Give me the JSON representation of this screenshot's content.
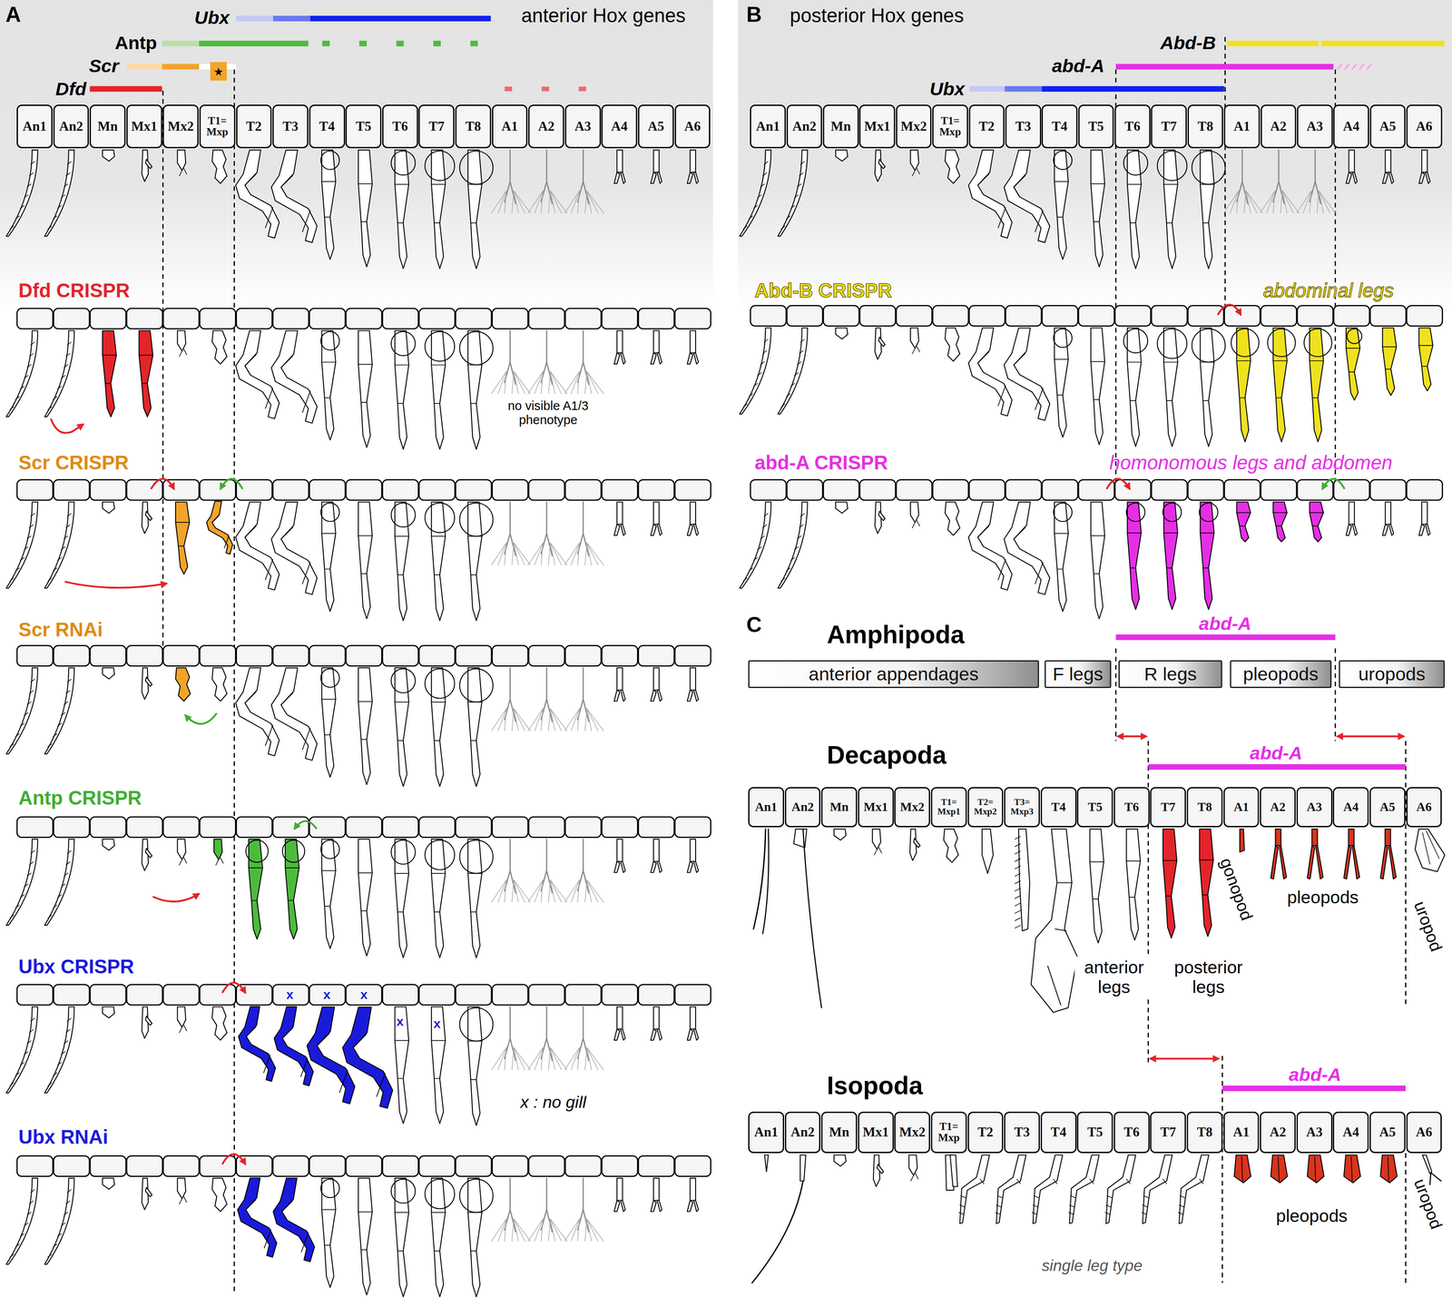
{
  "diagram": {
    "nodes": [
      {
        "text": [
          "An1"
        ]
      },
      {
        "text": [
          "An2"
        ]
      },
      {
        "text": [
          "Mn"
        ]
      },
      {
        "text": [
          "Mx1"
        ]
      },
      {
        "text": [
          "Mx2"
        ]
      },
      {
        "text": [
          "T1= Mxp"
        ]
      },
      {
        "text": [
          "T2"
        ]
      },
      {
        "text": [
          "T3"
        ]
      },
      {
        "text": [
          "T4"
        ]
      },
      {
        "text": [
          "T5"
        ]
      },
      {
        "text": [
          "T6"
        ]
      },
      {
        "text": [
          "T7"
        ]
      },
      {
        "text": [
          "T8"
        ]
      },
      {
        "text": [
          "A1"
        ]
      },
      {
        "text": [
          "A2"
        ]
      },
      {
        "text": [
          "A3"
        ]
      },
      {
        "text": [
          "A4"
        ]
      },
      {
        "text": [
          "A5"
        ]
      },
      {
        "text": [
          "A6"
        ]
      },
      {
        "text": [
          "An1"
        ]
      },
      {
        "text": [
          "An2"
        ]
      },
      {
        "text": [
          "Mn"
        ]
      },
      {
        "text": [
          "Mx1"
        ]
      },
      {
        "text": [
          "Mx2"
        ]
      },
      {
        "text": [
          "T1= Mxp"
        ]
      },
      {
        "text": [
          "T2"
        ]
      },
      {
        "text": [
          "T3"
        ]
      },
      {
        "text": [
          "T4"
        ]
      },
      {
        "text": [
          "T5"
        ]
      },
      {
        "text": [
          "T6"
        ]
      },
      {
        "text": [
          "T7"
        ]
      },
      {
        "text": [
          "T8"
        ]
      },
      {
        "text": [
          "A1"
        ]
      },
      {
        "text": [
          "A2"
        ]
      },
      {
        "text": [
          "A3"
        ]
      },
      {
        "text": [
          "A4"
        ]
      },
      {
        "text": [
          "A5"
        ]
      },
      {
        "text": [
          "A6"
        ]
      },
      {
        "text": [
          "anterior appendages"
        ]
      },
      {
        "text": [
          "F legs"
        ]
      },
      {
        "text": [
          "R legs"
        ]
      },
      {
        "text": [
          "pleopods"
        ]
      },
      {
        "text": [
          "uropods"
        ]
      },
      {
        "text": [
          "An1"
        ]
      },
      {
        "text": [
          "An2"
        ]
      },
      {
        "text": [
          "Mn"
        ]
      },
      {
        "text": [
          "Mx1"
        ]
      },
      {
        "text": [
          "Mx2"
        ]
      },
      {
        "text": [
          "T1= Mxp1"
        ]
      },
      {
        "text": [
          "T2= Mxp2"
        ]
      },
      {
        "text": [
          "T3= Mxp3"
        ]
      },
      {
        "text": [
          "T4"
        ]
      },
      {
        "text": [
          "T5"
        ]
      },
      {
        "text": [
          "T6"
        ]
      },
      {
        "text": [
          "T7"
        ]
      },
      {
        "text": [
          "T8"
        ]
      },
      {
        "text": [
          "A1"
        ]
      },
      {
        "text": [
          "A2"
        ]
      },
      {
        "text": [
          "A3"
        ]
      },
      {
        "text": [
          "A4"
        ]
      },
      {
        "text": [
          "A5"
        ]
      },
      {
        "text": [
          "A6"
        ]
      },
      {
        "text": [
          "An1"
        ]
      },
      {
        "text": [
          "An2"
        ]
      },
      {
        "text": [
          "Mn"
        ]
      },
      {
        "text": [
          "Mx1"
        ]
      },
      {
        "text": [
          "Mx2"
        ]
      },
      {
        "text": [
          "T1= Mxp"
        ]
      },
      {
        "text": [
          "T2"
        ]
      },
      {
        "text": [
          "T3"
        ]
      },
      {
        "text": [
          "T4"
        ]
      },
      {
        "text": [
          "T5"
        ]
      },
      {
        "text": [
          "T6"
        ]
      },
      {
        "text": [
          "T7"
        ]
      },
      {
        "text": [
          "T8"
        ]
      },
      {
        "text": [
          "A1"
        ]
      },
      {
        "text": [
          "A2"
        ]
      },
      {
        "text": [
          "A3"
        ]
      },
      {
        "text": [
          "A4"
        ]
      },
      {
        "text": [
          "A5"
        ]
      },
      {
        "text": [
          "A6"
        ]
      }
    ],
    "labels": [
      "A",
      "anterior Hox genes",
      "Ubx",
      "Antp",
      "Scr",
      "★",
      "Dfd",
      "Dfd CRISPR",
      "no visible A1/3 phenotype",
      "Scr CRISPR",
      "Scr RNAi",
      "Antp CRISPR",
      "Ubx CRISPR",
      "x",
      "x",
      "x",
      "x",
      "x",
      "x : no gill",
      "Ubx RNAi",
      "B",
      "posterior Hox genes",
      "Abd-B",
      "abd-A",
      "Ubx",
      "Abd-B CRISPR",
      "abdominal legs",
      "abd-A CRISPR",
      "homonomous legs and abdomen",
      "C",
      "Amphipoda",
      "abd-A",
      "Decapoda",
      "abd-A",
      "gonopod",
      "pleopods",
      "uropod",
      "anterior legs",
      "posterior legs",
      "Isopoda",
      "abd-A",
      "pleopods",
      "uropod",
      "single leg type"
    ]
  }
}
